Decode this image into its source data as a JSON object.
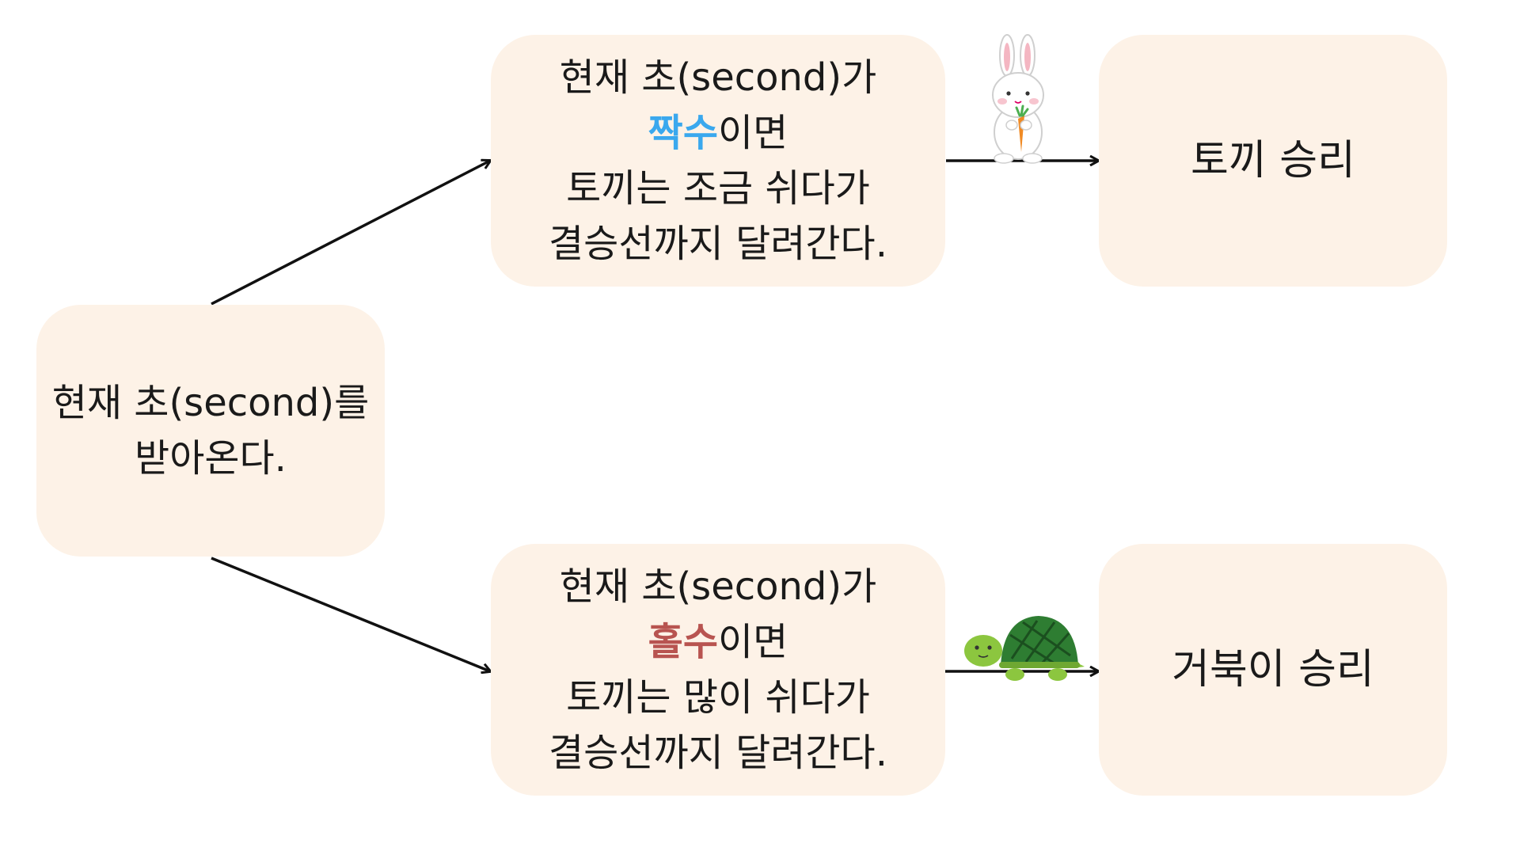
{
  "colors": {
    "box_fill": "#fdf2e7",
    "even_highlight": "#3aa8ee",
    "odd_highlight": "#b85450",
    "arrow": "#111111"
  },
  "start_box": {
    "line1": "현재 초(second)를",
    "line2": "받아온다."
  },
  "even_box": {
    "line1": "현재 초(second)가",
    "highlight": "짝수",
    "line2_suffix": "이면",
    "line3": "토끼는 조금 쉬다가",
    "line4": "결승선까지 달려간다."
  },
  "odd_box": {
    "line1": "현재 초(second)가",
    "highlight": "홀수",
    "line2_suffix": "이면",
    "line3": "토끼는 많이 쉬다가",
    "line4": "결승선까지 달려간다."
  },
  "rabbit_win": {
    "label": "토끼 승리"
  },
  "turtle_win": {
    "label": "거북이 승리"
  },
  "icons": {
    "rabbit": "rabbit-with-carrot-icon",
    "turtle": "turtle-icon"
  }
}
